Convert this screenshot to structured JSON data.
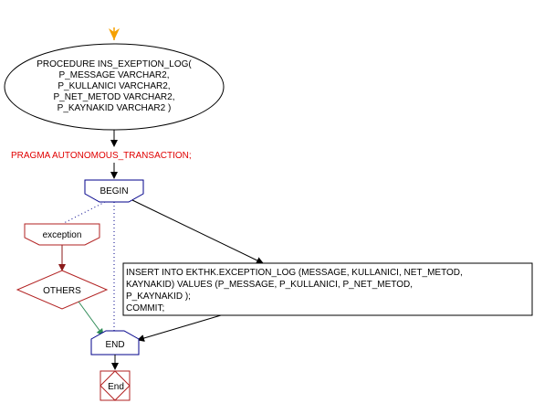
{
  "procedure": {
    "lines": [
      "PROCEDURE INS_EXEPTION_LOG(",
      "P_MESSAGE VARCHAR2,",
      "P_KULLANICI VARCHAR2,",
      "P_NET_METOD VARCHAR2,",
      "P_KAYNAKID VARCHAR2 )"
    ]
  },
  "pragma": "PRAGMA AUTONOMOUS_TRANSACTION;",
  "begin_label": "BEGIN",
  "exception_label": "exception",
  "others_label": "OTHERS",
  "insert_lines": [
    "INSERT INTO EKTHK.EXCEPTION_LOG (MESSAGE, KULLANICI, NET_METOD,",
    "KAYNAKID) VALUES (P_MESSAGE, P_KULLANICI, P_NET_METOD,",
    "P_KAYNAKID );",
    "COMMIT;"
  ],
  "end_label": "END",
  "end_terminal_label": "End",
  "colors": {
    "start_arrow": "#f5a000",
    "pragma_text": "#e00000",
    "begin_end_stroke": "#00008b",
    "exception_stroke": "#b22222",
    "connector_green": "#2e8b57"
  }
}
